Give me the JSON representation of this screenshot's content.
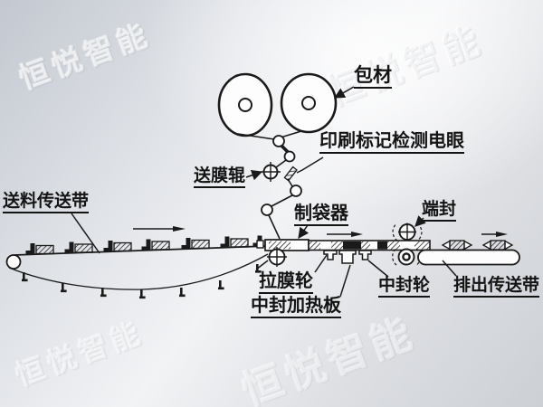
{
  "watermark": {
    "text": "恒悦智能"
  },
  "labels": {
    "packaging_material": "包材",
    "print_mark_detector": "印刷标记检测电眼",
    "film_feed_roller": "送膜辊",
    "infeed_conveyor": "送料传送带",
    "bag_former": "制袋器",
    "end_seal": "端封",
    "film_pull_wheel": "拉膜轮",
    "center_seal_heat_plate": "中封加热板",
    "center_seal_wheel": "中封轮",
    "outfeed_conveyor": "排出传送带"
  },
  "colors": {
    "line": "#1a1a1a",
    "background_light": "#f2f3f5",
    "background_dark": "#c3c8d0",
    "watermark": "rgba(255,255,255,0.55)"
  }
}
